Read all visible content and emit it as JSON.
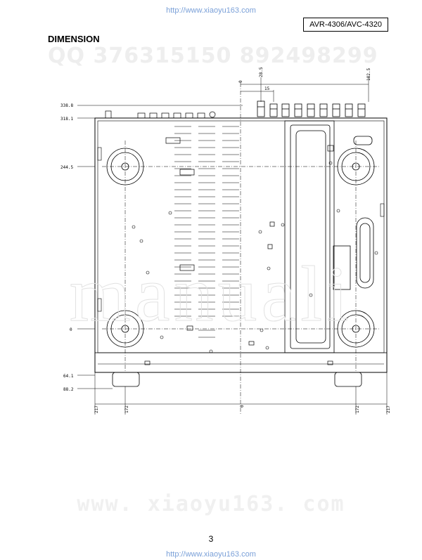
{
  "header": {
    "url": "http://www.xiaoyu163.com",
    "model": "AVR-4306/AVC-4320"
  },
  "title": "DIMENSION",
  "watermarks": {
    "qq": "QQ 376315150   892498299",
    "big": "manuali",
    "bottom": "www. xiaoyu163. com"
  },
  "dimensions": {
    "left_scale": [
      "338.8",
      "318.1",
      "244.5",
      "0",
      "64.1",
      "88.2"
    ],
    "top_scale": [
      "0",
      "28.5",
      "15",
      "182.5"
    ],
    "bottom_scale": [
      "217",
      "172",
      "0",
      "172",
      "217"
    ]
  },
  "footer": {
    "page": "3",
    "url": "http://www.xiaoyu163.com"
  }
}
